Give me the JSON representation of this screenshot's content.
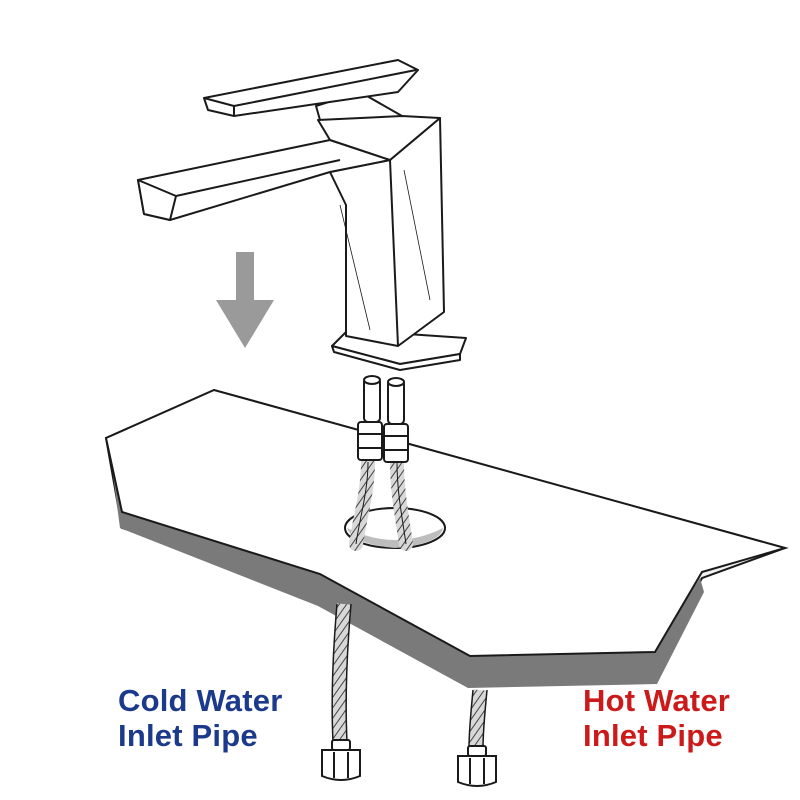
{
  "labels": {
    "cold": {
      "line1": "Cold Water",
      "line2": "Inlet Pipe"
    },
    "hot": {
      "line1": "Hot Water",
      "line2": "Inlet Pipe"
    }
  },
  "colors": {
    "cold_text": "#1c3a8c",
    "hot_text": "#cc1a1a",
    "outline": "#1a1a1a",
    "arrow": "#9a9a9a",
    "countertop_edge": "#777777",
    "background": "#ffffff"
  },
  "icons": {
    "direction_arrow": "down-arrow-icon",
    "faucet": "basin-faucet-icon"
  }
}
